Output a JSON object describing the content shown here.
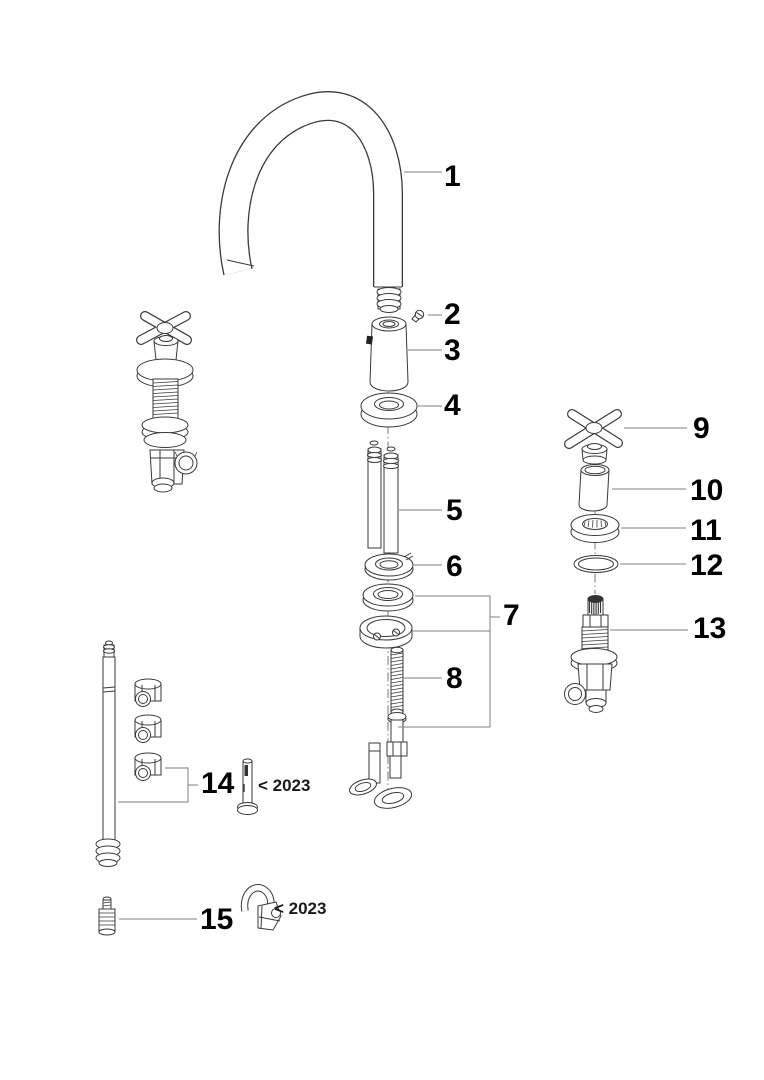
{
  "diagram": {
    "kind": "exploded-parts-diagram",
    "colors": {
      "background": "#ffffff",
      "part_line": "#3a3a3a",
      "leader_line": "#7f7f7f",
      "label_text": "#000000"
    },
    "labels": {
      "n1": "1",
      "n2": "2",
      "n3": "3",
      "n4": "4",
      "n5": "5",
      "n6": "6",
      "n7": "7",
      "n8": "8",
      "n9": "9",
      "n10": "10",
      "n11": "11",
      "n12": "12",
      "n13": "13",
      "n14": "14",
      "n15": "15"
    },
    "notes": {
      "pre2023_a": "< 2023",
      "pre2023_b": "< 2023"
    },
    "parts": [
      {
        "num": "1",
        "icon": "spout-icon"
      },
      {
        "num": "2",
        "icon": "set-screw-icon"
      },
      {
        "num": "3",
        "icon": "body-sleeve-icon"
      },
      {
        "num": "4",
        "icon": "base-escutcheon-icon"
      },
      {
        "num": "5",
        "icon": "supply-tubes-icon"
      },
      {
        "num": "6",
        "icon": "washer-icon"
      },
      {
        "num": "7",
        "icon": "mounting-washer-set-icon"
      },
      {
        "num": "8",
        "icon": "threaded-rod-icon"
      },
      {
        "num": "9",
        "icon": "cross-handle-icon"
      },
      {
        "num": "10",
        "icon": "handle-sleeve-icon"
      },
      {
        "num": "11",
        "icon": "valve-flange-icon"
      },
      {
        "num": "12",
        "icon": "o-ring-icon"
      },
      {
        "num": "13",
        "icon": "valve-cartridge-icon"
      },
      {
        "num": "14",
        "icon": "riser-tube-and-nuts-icon"
      },
      {
        "num": "15",
        "icon": "aerator-icon"
      }
    ]
  }
}
